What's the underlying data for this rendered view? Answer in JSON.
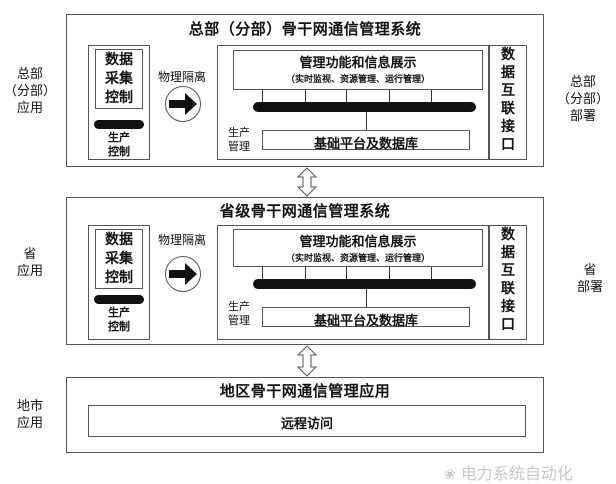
{
  "levels": [
    {
      "side_left": [
        "总部",
        "（分部）",
        "应用"
      ],
      "side_right": [
        "总部",
        "（分部）",
        "部署"
      ],
      "title": "总部（分部）骨干网通信管理系统",
      "collect": [
        "数据",
        "采集",
        "控制"
      ],
      "isolation": "物理隔离",
      "prod_ctrl": [
        "生产",
        "控制"
      ],
      "prod_mgmt": [
        "生产",
        "管理"
      ],
      "mgmt_title": "管理功能和信息展示",
      "mgmt_sub": "（实时监视、资源管理、运行管理）",
      "platform": "基础平台及数据库",
      "interconnect": [
        "数",
        "据",
        "互",
        "联",
        "接",
        "口"
      ]
    },
    {
      "side_left": [
        "省",
        "应用"
      ],
      "side_right": [
        "省",
        "部署"
      ],
      "title": "省级骨干网通信管理系统",
      "collect": [
        "数据",
        "采集",
        "控制"
      ],
      "isolation": "物理隔离",
      "prod_ctrl": [
        "生产",
        "控制"
      ],
      "prod_mgmt": [
        "生产",
        "管理"
      ],
      "mgmt_title": "管理功能和信息展示",
      "mgmt_sub": "（实时监视、资源管理、运行管理）",
      "platform": "基础平台及数据库",
      "interconnect": [
        "数",
        "据",
        "互",
        "联",
        "接",
        "口"
      ]
    }
  ],
  "region": {
    "side_left": [
      "地市",
      "应用"
    ],
    "title": "地区骨干网通信管理应用",
    "remote": "远程访问"
  },
  "watermark": "电力系统自动化"
}
